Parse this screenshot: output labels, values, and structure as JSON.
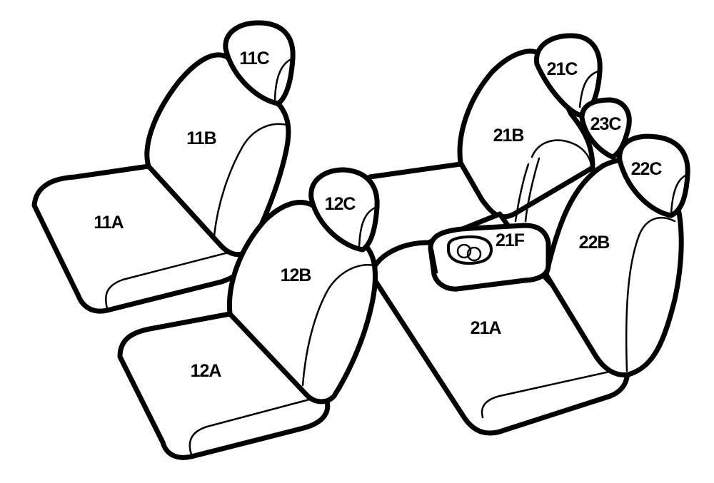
{
  "labels": {
    "s11a": "11A",
    "s11b": "11B",
    "s11c": "11C",
    "s12a": "12A",
    "s12b": "12B",
    "s12c": "12C",
    "s21a": "21A",
    "s21b": "21B",
    "s21c": "21C",
    "s21f": "21F",
    "s22b": "22B",
    "s22c": "22C",
    "s23c": "23C"
  },
  "colors": {
    "stroke": "#000000",
    "fill": "#ffffff"
  }
}
